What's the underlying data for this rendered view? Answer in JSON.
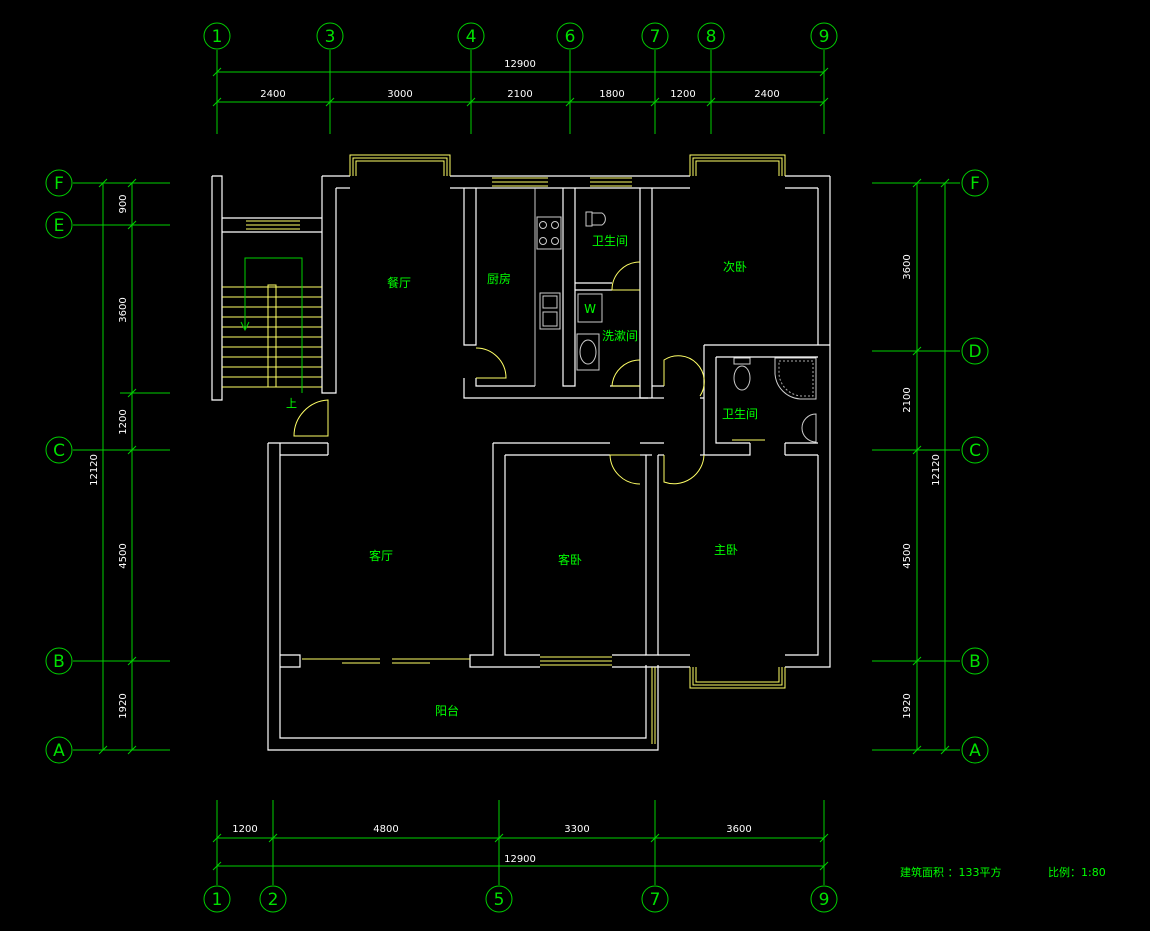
{
  "axes": {
    "top": [
      "1",
      "3",
      "4",
      "6",
      "7",
      "8",
      "9"
    ],
    "bottom": [
      "1",
      "2",
      "5",
      "7",
      "9"
    ],
    "left": [
      "F",
      "E",
      "C",
      "B",
      "A"
    ],
    "right": [
      "F",
      "D",
      "C",
      "B",
      "A"
    ]
  },
  "dimensions": {
    "top_total": "12900",
    "top_segments": [
      "2400",
      "3000",
      "2100",
      "1800",
      "1200",
      "2400"
    ],
    "bottom_total": "12900",
    "bottom_segments": [
      "1200",
      "4800",
      "3300",
      "3600"
    ],
    "left_total": "12120",
    "left_segments": [
      "900",
      "3600",
      "1200",
      "4500",
      "1920"
    ],
    "right_total": "12120",
    "right_segments": [
      "3600",
      "2100",
      "4500",
      "1920"
    ]
  },
  "rooms": {
    "dining": "餐厅",
    "kitchen": "厨房",
    "bath1": "卫生间",
    "wash": "洗漱间",
    "bedroom2": "次卧",
    "bath2": "卫生间",
    "living": "客厅",
    "guest": "客卧",
    "master": "主卧",
    "balcony": "阳台"
  },
  "stair_up": "上",
  "washer_mark": "W",
  "notes": {
    "area": "建筑面积 ：133平方",
    "scale": "比例：1:80"
  }
}
